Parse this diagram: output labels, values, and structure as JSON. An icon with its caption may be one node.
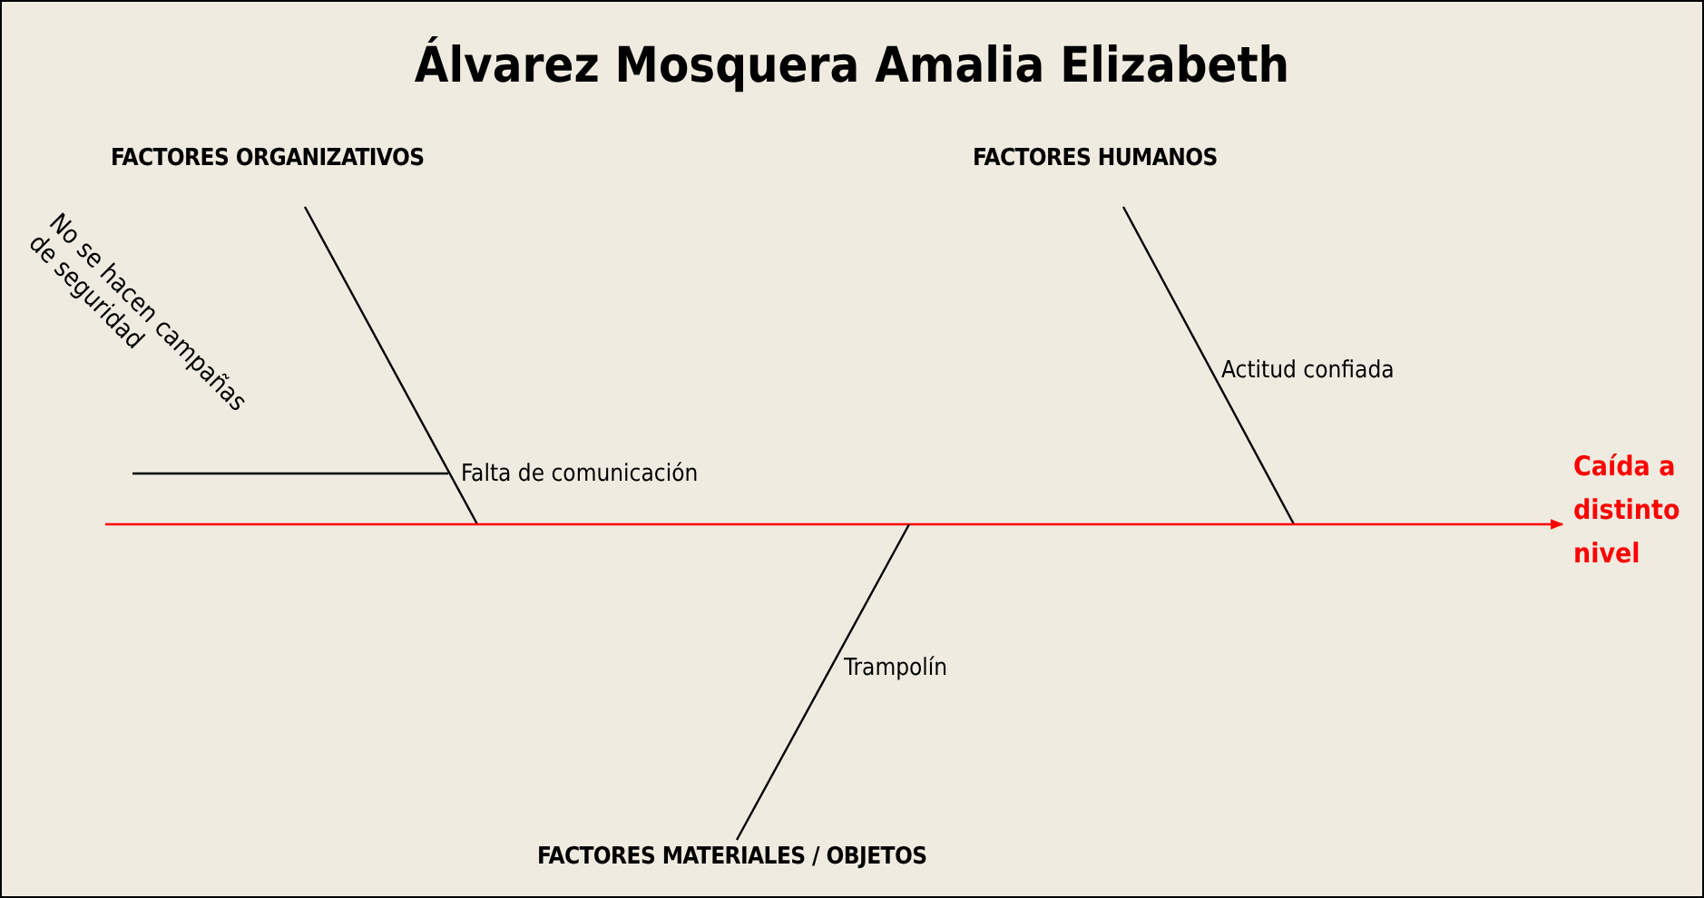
{
  "diagram": {
    "title": "Álvarez Mosquera Amalia Elizabeth",
    "nodes": [
      {
        "text": [
          "FACTORES ORGANIZATIVOS"
        ]
      },
      {
        "text": [
          "FACTORES HUMANOS"
        ]
      },
      {
        "text": [
          "Caída a distinto nivel"
        ]
      },
      {
        "text": [
          "FACTORES MATERIALES / OBJETOS"
        ]
      }
    ],
    "edges": [
      {
        "from": 0,
        "to": null,
        "arrow": "none"
      },
      {
        "from": 1,
        "to": null,
        "arrow": "none"
      },
      {
        "from": null,
        "to": 2,
        "arrow": "to",
        "color": "#ff0000"
      },
      {
        "from": 3,
        "to": null,
        "arrow": "none"
      }
    ],
    "labels": [
      "No se hacen campañas de seguridad",
      "Actitud confiada",
      "Falta de comunicación",
      "Trampolín"
    ]
  }
}
